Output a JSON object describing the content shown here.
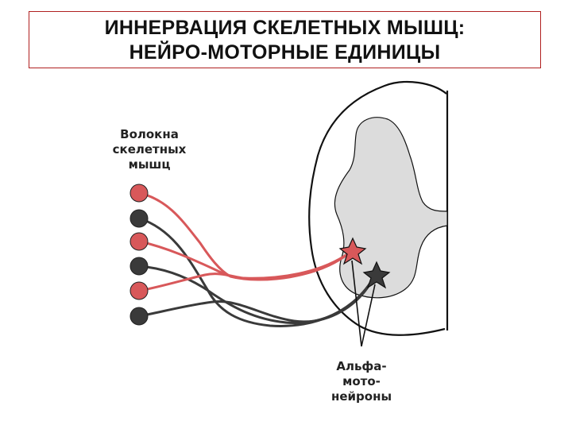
{
  "title": {
    "line1": "ИННЕРВАЦИЯ СКЕЛЕТНЫХ МЫШЦ:",
    "line2": "НЕЙРО-МОТОРНЫЕ ЕДИНИЦЫ"
  },
  "labels": {
    "fibers": [
      "Волокна",
      "скелетных",
      "мышц"
    ],
    "alpha_motoneurons": [
      "Альфа-",
      "мото-",
      "нейроны"
    ]
  },
  "colors": {
    "red_unit": "#d8585a",
    "dark_unit": "#3a3a3a",
    "gray_matter": "#dcdcdc",
    "outline": "#111111",
    "title_border": "#b02020"
  }
}
